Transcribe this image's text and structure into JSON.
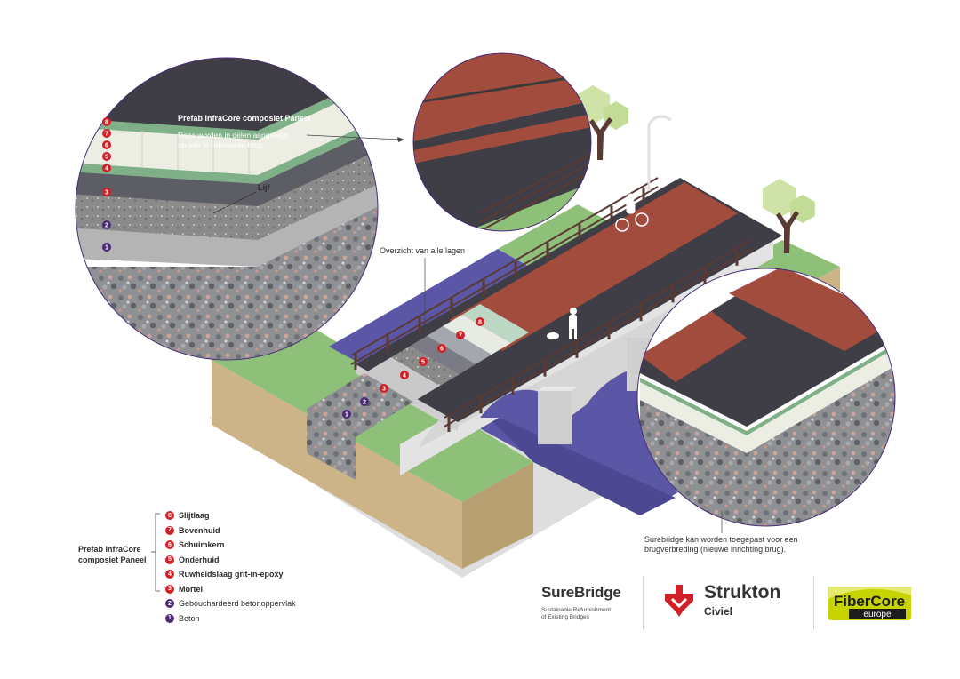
{
  "callouts": {
    "panel_title": "Prefab InfraCore composiet Paneel",
    "panel_desc_line1": "Deze worden in delen aangelegd",
    "panel_desc_line2": "op een te renoveren brug",
    "lijf": "Lijf",
    "overview": "Overzicht van alle lagen",
    "widening_line1": "Surebridge kan worden toegepast voor een",
    "widening_line2": "brugverbreding (nieuwe inrichting brug)."
  },
  "zoom_numbers": [
    "8",
    "7",
    "6",
    "5",
    "4",
    "3",
    "2",
    "1"
  ],
  "legend": {
    "group_line1": "Prefab InfraCore",
    "group_line2": "composiet Paneel",
    "items": [
      {
        "num": "8",
        "label": "Slijtlaag",
        "color": "red"
      },
      {
        "num": "7",
        "label": "Bovenhuid",
        "color": "red"
      },
      {
        "num": "6",
        "label": "Schuimkern",
        "color": "red"
      },
      {
        "num": "5",
        "label": "Onderhuid",
        "color": "red"
      },
      {
        "num": "4",
        "label": "Ruwheidslaag grit-in-epoxy",
        "color": "red"
      },
      {
        "num": "3",
        "label": "Mortel",
        "color": "red"
      },
      {
        "num": "2",
        "label": "Gebouchardeerd betonoppervlak",
        "color": "purple"
      },
      {
        "num": "1",
        "label": "Beton",
        "color": "purple"
      }
    ]
  },
  "logos": {
    "surebridge_name": "SureBridge",
    "surebridge_sub1": "Sustainable Refurbishment",
    "surebridge_sub2": "of Existing Bridges",
    "strukton_name": "Strukton",
    "strukton_sub": "Civiel",
    "fibercore_name": "FiberCore",
    "fibercore_sub": "europe"
  },
  "colors": {
    "asphalt": "#3f3d45",
    "bike_lane": "#a24c3e",
    "grass": "#8fc07a",
    "water": "#5b57a6",
    "soil": "#cdb488",
    "concrete": "#b9b9b9",
    "panel_core": "#eceee4",
    "accent_red": "#d22027",
    "accent_purple": "#4b2b78",
    "tree_leaf": "#cfe3a8",
    "tree_trunk": "#5a3a35"
  }
}
